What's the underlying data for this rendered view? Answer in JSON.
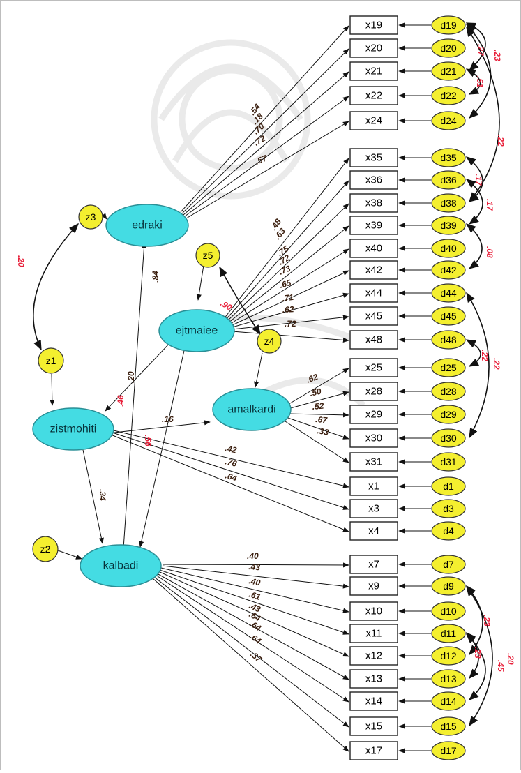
{
  "latents": {
    "edraki": "edraki",
    "ejtmaiee": "ejtmaiee",
    "amalkardi": "amalkardi",
    "zistmohiti": "zistmohiti",
    "kalbadi": "kalbadi"
  },
  "disturbances": {
    "z1": "z1",
    "z2": "z2",
    "z3": "z3",
    "z4": "z4",
    "z5": "z5"
  },
  "indicators": [
    {
      "name": "x19",
      "err": "d19"
    },
    {
      "name": "x20",
      "err": "d20"
    },
    {
      "name": "x21",
      "err": "d21"
    },
    {
      "name": "x22",
      "err": "d22"
    },
    {
      "name": "x24",
      "err": "d24"
    },
    {
      "name": "x35",
      "err": "d35"
    },
    {
      "name": "x36",
      "err": "d36"
    },
    {
      "name": "x38",
      "err": "d38"
    },
    {
      "name": "x39",
      "err": "d39"
    },
    {
      "name": "x40",
      "err": "d40"
    },
    {
      "name": "x42",
      "err": "d42"
    },
    {
      "name": "x44",
      "err": "d44"
    },
    {
      "name": "x45",
      "err": "d45"
    },
    {
      "name": "x48",
      "err": "d48"
    },
    {
      "name": "x25",
      "err": "d25"
    },
    {
      "name": "x28",
      "err": "d28"
    },
    {
      "name": "x29",
      "err": "d29"
    },
    {
      "name": "x30",
      "err": "d30"
    },
    {
      "name": "x31",
      "err": "d31"
    },
    {
      "name": "x1",
      "err": "d1"
    },
    {
      "name": "x3",
      "err": "d3"
    },
    {
      "name": "x4",
      "err": "d4"
    },
    {
      "name": "x7",
      "err": "d7"
    },
    {
      "name": "x9",
      "err": "d9"
    },
    {
      "name": "x10",
      "err": "d10"
    },
    {
      "name": "x11",
      "err": "d11"
    },
    {
      "name": "x12",
      "err": "d12"
    },
    {
      "name": "x13",
      "err": "d13"
    },
    {
      "name": "x14",
      "err": "d14"
    },
    {
      "name": "x15",
      "err": "d15"
    },
    {
      "name": "x17",
      "err": "d17"
    }
  ],
  "loadings": {
    "edraki": [
      ".54",
      ".18",
      ".70",
      ".72",
      ".57"
    ],
    "ejtmaiee": [
      ".48",
      ".63",
      ".75",
      ".72",
      ".73",
      ".65",
      ".71",
      ".62",
      ".72"
    ],
    "amalkardi": [
      ".62",
      ".50",
      ".52",
      ".67",
      ".33"
    ],
    "zistmohiti": [
      ".42",
      ".76",
      ".64"
    ],
    "kalbadi": [
      ".40",
      ".43",
      ".40",
      ".61",
      ".43",
      ".64",
      ".64",
      ".64",
      ".37"
    ]
  },
  "paths": {
    "kalbadi_edraki": ".84",
    "ejtmaiee_zistmohiti": ".20",
    "zistmohiti_amalkardi": ".16",
    "zistmohiti_kalbadi": ".34",
    "ejtmaiee_kalbadi": ".46",
    "z3_z1": ".20",
    "z5_z4": ".90",
    "zist_red": ".56"
  },
  "error_covariances": {
    "d19_d21": ".27",
    "d19_d24": ".23",
    "d21_d22": ".51",
    "d19_d38": ".22",
    "d35_d38": ".17",
    "d36_d39": ".17",
    "d39_d42": ".08",
    "d44_d30": ".22",
    "d48_d25": ".22",
    "d9_d12": ".23",
    "d9_d15": ".20",
    "d11_d13": ".23",
    "d11_d14": ".45"
  }
}
